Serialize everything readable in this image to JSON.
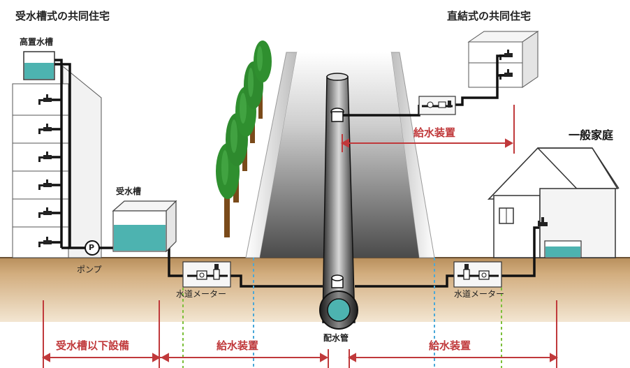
{
  "headers": {
    "left": "受水槽式の共同住宅",
    "right": "直結式の共同住宅"
  },
  "labels": {
    "elevated_tank": "高置水槽",
    "receiving_tank": "受水槽",
    "pump": "ポンプ",
    "pump_symbol": "P",
    "meter_left": "水道メーター",
    "meter_right": "水道メーター",
    "distribution_main": "配水管",
    "detached_house": "一般家庭"
  },
  "spans": {
    "top_supply": "給水装置",
    "bottom_tank_equipment": "受水槽以下設備",
    "bottom_supply_left": "給水装置",
    "bottom_supply_right": "給水装置"
  },
  "colors": {
    "accent_red": "#c0393b",
    "water": "#4db3b0",
    "soil": "#c7a06f",
    "pipe": "#111111",
    "tree": "#2f8f2f"
  }
}
